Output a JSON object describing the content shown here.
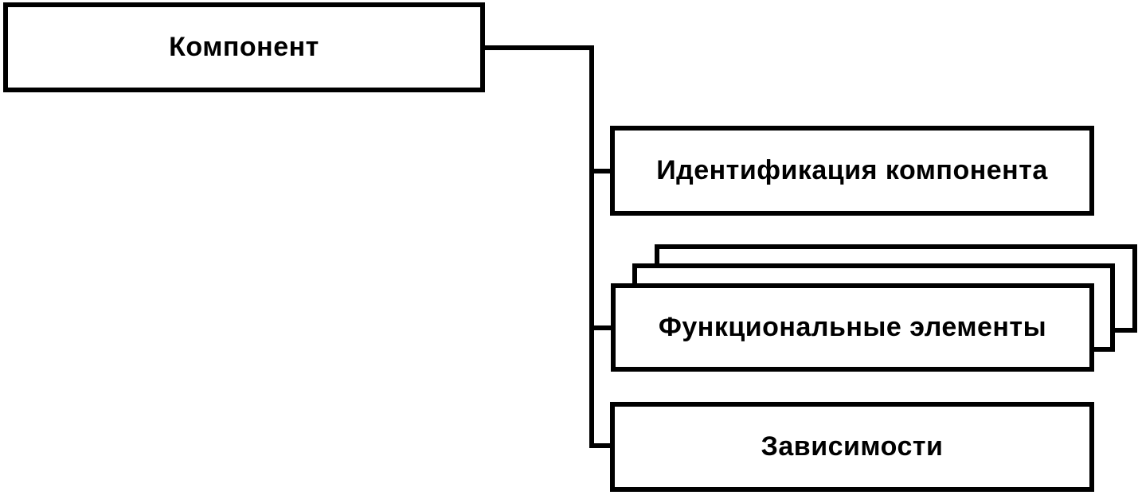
{
  "colors": {
    "background": "#ffffff",
    "line": "#000000",
    "box_fill": "#ffffff",
    "text": "#000000"
  },
  "nodes": {
    "component": {
      "label": "Компонент"
    },
    "identification": {
      "label": "Идентификация компонента"
    },
    "functional_elements": {
      "label": "Функциональные элементы",
      "stacked": true,
      "stack_count": 3
    },
    "dependencies": {
      "label": "Зависимости"
    }
  },
  "edges": [
    {
      "from": "component",
      "to": "identification"
    },
    {
      "from": "component",
      "to": "functional_elements"
    },
    {
      "from": "component",
      "to": "dependencies"
    }
  ]
}
